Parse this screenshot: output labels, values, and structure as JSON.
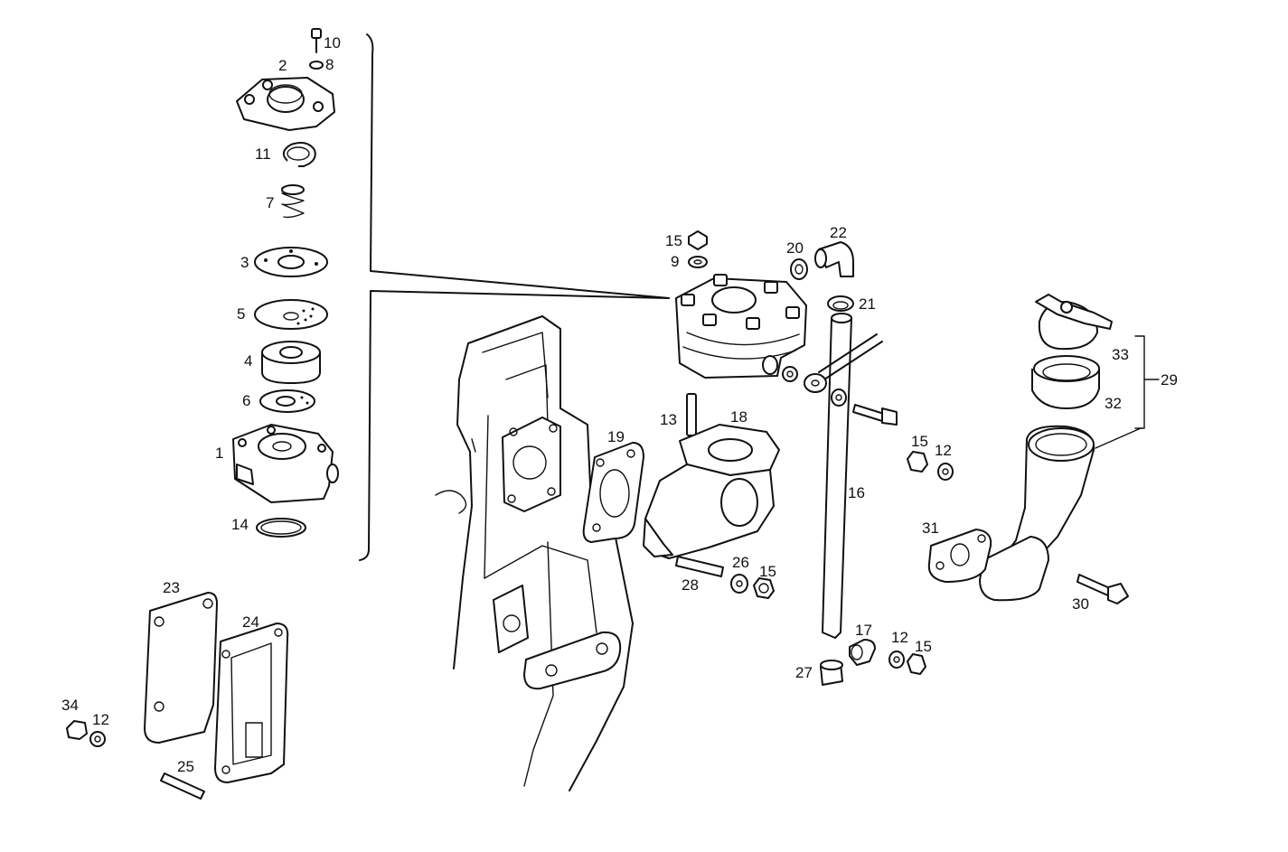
{
  "callouts": {
    "c1": "1",
    "c2": "2",
    "c3": "3",
    "c4": "4",
    "c5": "5",
    "c6": "6",
    "c7": "7",
    "c8": "8",
    "c9": "9",
    "c10": "10",
    "c11": "11",
    "c12a": "12",
    "c12b": "12",
    "c12c": "12",
    "c13": "13",
    "c14": "14",
    "c15a": "15",
    "c15b": "15",
    "c15c": "15",
    "c15d": "15",
    "c16": "16",
    "c17": "17",
    "c18": "18",
    "c19": "19",
    "c20": "20",
    "c21": "21",
    "c22": "22",
    "c23": "23",
    "c24": "24",
    "c25": "25",
    "c26": "26",
    "c27": "27",
    "c28": "28",
    "c29": "29",
    "c30": "30",
    "c31": "31",
    "c32": "32",
    "c33": "33",
    "c34": "34"
  }
}
